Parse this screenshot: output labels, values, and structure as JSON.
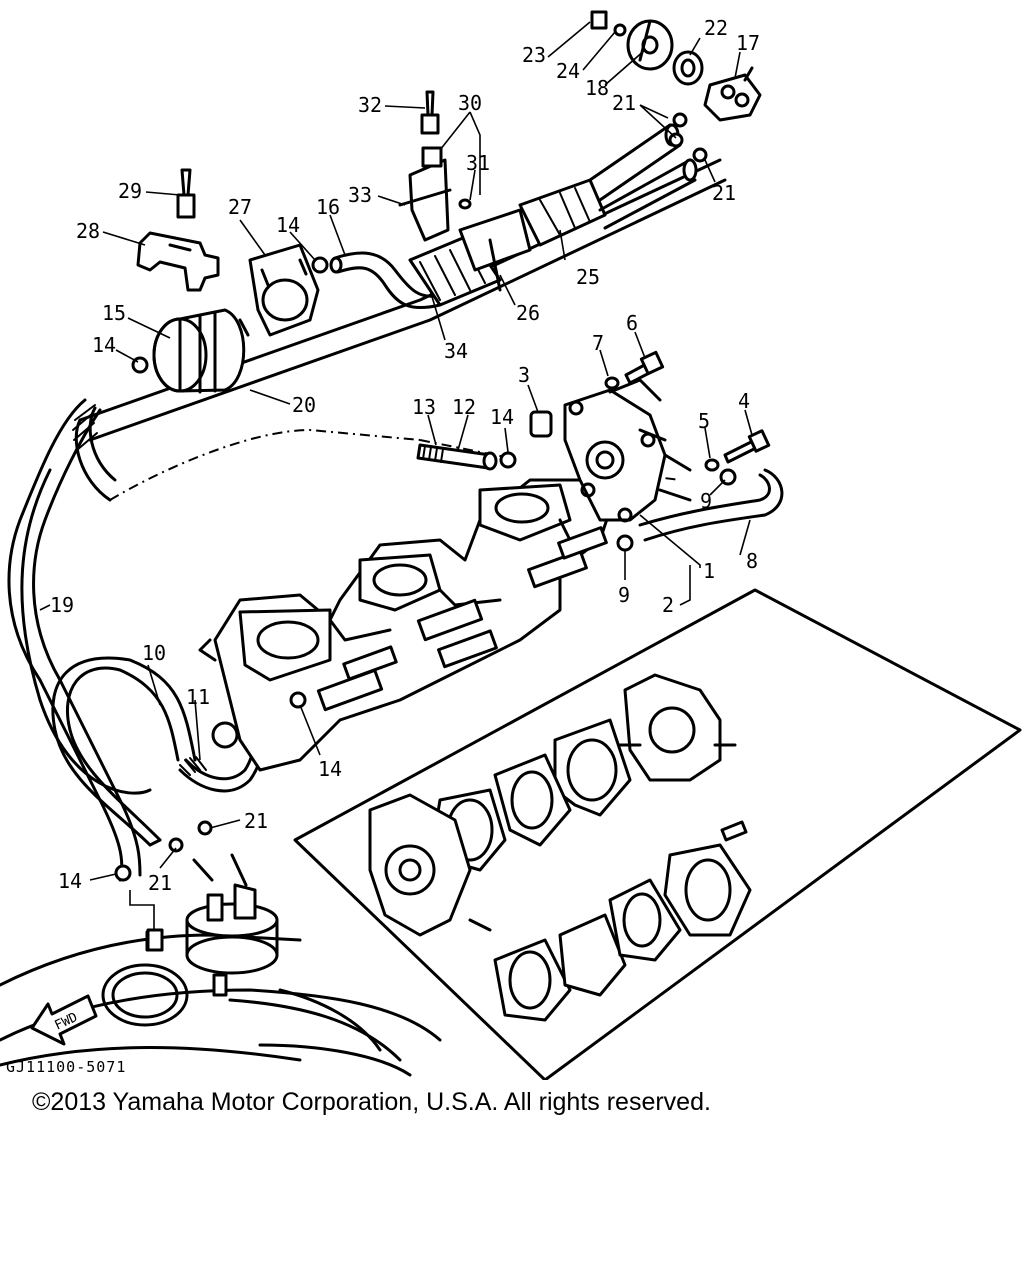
{
  "diagram": {
    "code": "GJ11100-5071",
    "copyright": "©2013 Yamaha Motor Corporation, U.S.A. All rights reserved.",
    "fwd_label": "FWD",
    "callouts": [
      {
        "id": "c1",
        "label": "1"
      },
      {
        "id": "c2",
        "label": "2"
      },
      {
        "id": "c3",
        "label": "3"
      },
      {
        "id": "c4",
        "label": "4"
      },
      {
        "id": "c5",
        "label": "5"
      },
      {
        "id": "c6",
        "label": "6"
      },
      {
        "id": "c7",
        "label": "7"
      },
      {
        "id": "c8",
        "label": "8"
      },
      {
        "id": "c9a",
        "label": "9"
      },
      {
        "id": "c9b",
        "label": "9"
      },
      {
        "id": "c10",
        "label": "10"
      },
      {
        "id": "c11",
        "label": "11"
      },
      {
        "id": "c12",
        "label": "12"
      },
      {
        "id": "c13",
        "label": "13"
      },
      {
        "id": "c14a",
        "label": "14"
      },
      {
        "id": "c14b",
        "label": "14"
      },
      {
        "id": "c14c",
        "label": "14"
      },
      {
        "id": "c14d",
        "label": "14"
      },
      {
        "id": "c14e",
        "label": "14"
      },
      {
        "id": "c15",
        "label": "15"
      },
      {
        "id": "c16",
        "label": "16"
      },
      {
        "id": "c17",
        "label": "17"
      },
      {
        "id": "c18",
        "label": "18"
      },
      {
        "id": "c19",
        "label": "19"
      },
      {
        "id": "c20",
        "label": "20"
      },
      {
        "id": "c21a",
        "label": "21"
      },
      {
        "id": "c21b",
        "label": "21"
      },
      {
        "id": "c21c",
        "label": "21"
      },
      {
        "id": "c21d",
        "label": "21"
      },
      {
        "id": "c22",
        "label": "22"
      },
      {
        "id": "c23",
        "label": "23"
      },
      {
        "id": "c24",
        "label": "24"
      },
      {
        "id": "c25",
        "label": "25"
      },
      {
        "id": "c26",
        "label": "26"
      },
      {
        "id": "c27",
        "label": "27"
      },
      {
        "id": "c28",
        "label": "28"
      },
      {
        "id": "c29",
        "label": "29"
      },
      {
        "id": "c30",
        "label": "30"
      },
      {
        "id": "c31",
        "label": "31"
      },
      {
        "id": "c32",
        "label": "32"
      },
      {
        "id": "c33",
        "label": "33"
      },
      {
        "id": "c34",
        "label": "34"
      }
    ]
  }
}
